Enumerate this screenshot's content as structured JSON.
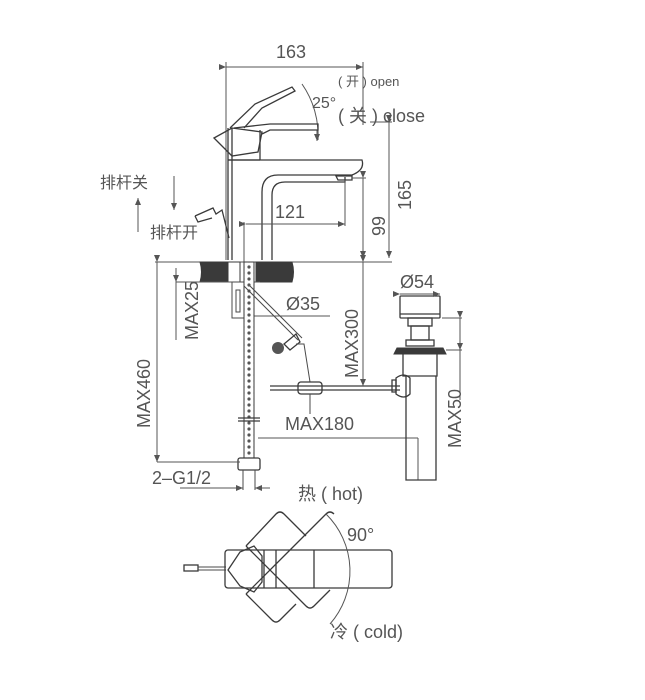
{
  "title": "Basin faucet dimension drawing",
  "dimensions": {
    "overall_length": "163",
    "spout_reach": "121",
    "total_height": "165",
    "spout_height": "99",
    "hole_diameter": "Ø35",
    "deck_thickness": "MAX25",
    "hose_length": "MAX460",
    "drain_depth": "MAX300",
    "drain_rod": "MAX180",
    "drain_cap_diameter": "Ø54",
    "drain_thickness": "MAX50",
    "inlet_thread": "2–G1/2",
    "handle_angle": "25°",
    "rotation_angle": "90°"
  },
  "labels": {
    "open": "( 开 ) open",
    "close": "( 关 ) close",
    "lever_close": "排杆关",
    "lever_open": "排杆开",
    "hot": "热 ( hot)",
    "cold": "冷 ( cold)"
  },
  "colors": {
    "line": "#3a3a3a",
    "text": "#555555",
    "background": "#ffffff"
  }
}
